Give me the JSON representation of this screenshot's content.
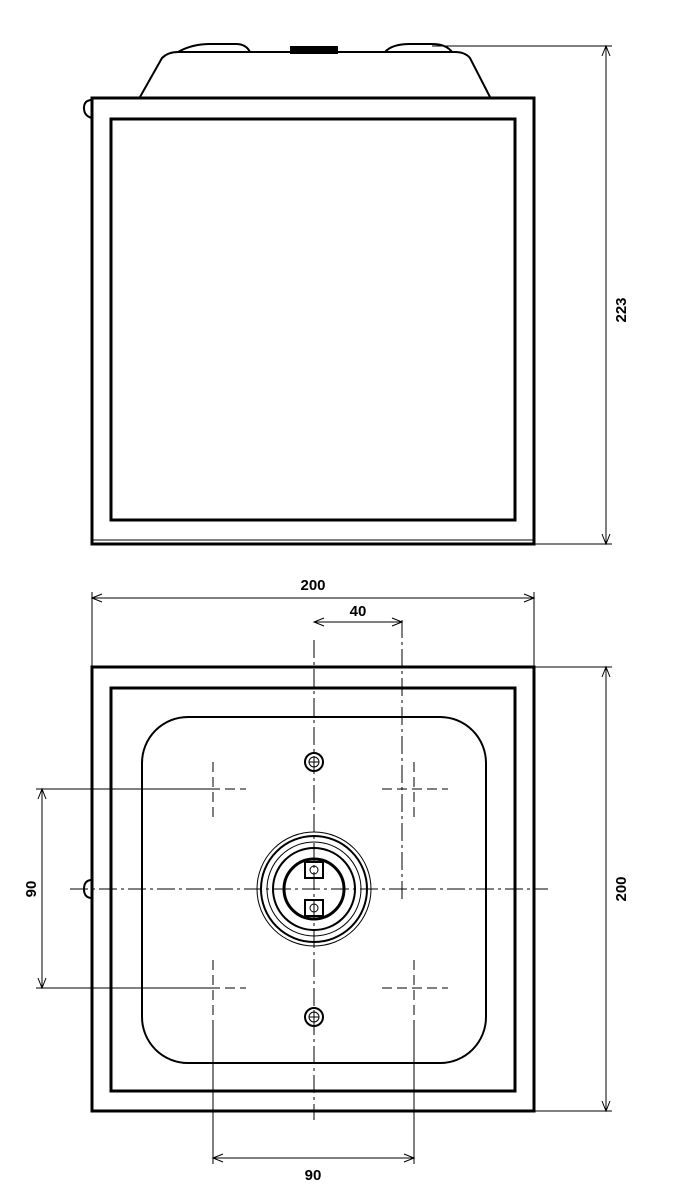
{
  "dimensions": {
    "side_height": "223",
    "top_width": "200",
    "top_height": "200",
    "center_spacing": "40",
    "vertical_pitch": "90",
    "horizontal_pitch": "90"
  },
  "colors": {
    "line": "#000000",
    "background": "#ffffff"
  }
}
